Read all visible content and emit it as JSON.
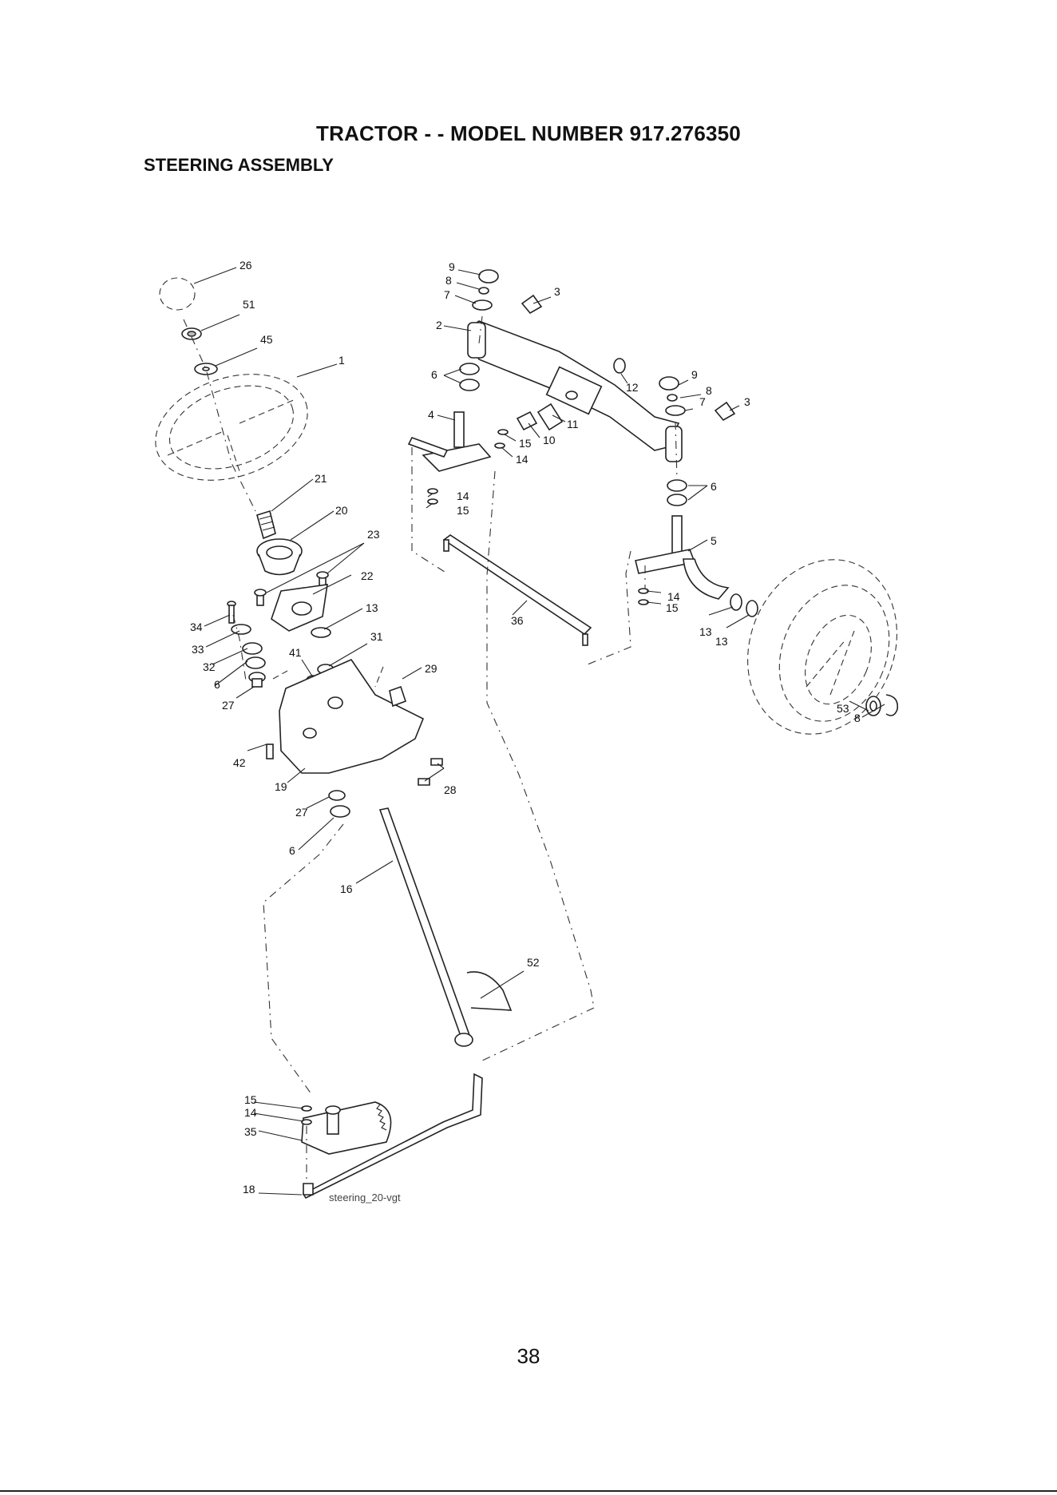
{
  "header": {
    "title": "TRACTOR - - MODEL NUMBER 917.276350",
    "subtitle": "STEERING ASSEMBLY"
  },
  "diagram": {
    "drawing_id": "steering_20-vgt",
    "callouts": {
      "c1": "1",
      "c2": "2",
      "c3a": "3",
      "c3b": "3",
      "c4": "4",
      "c5": "5",
      "c6a": "6",
      "c6b": "6",
      "c6c": "6",
      "c6d": "6",
      "c7a": "7",
      "c7b": "7",
      "c8a": "8",
      "c8b": "8",
      "c8c": "8",
      "c9a": "9",
      "c9b": "9",
      "c10": "10",
      "c11": "11",
      "c12": "12",
      "c13a": "13",
      "c13b": "13",
      "c13c": "13",
      "c14a": "14",
      "c14b": "14",
      "c14c": "14",
      "c14d": "14",
      "c15a": "15",
      "c15b": "15",
      "c15c": "15",
      "c15d": "15",
      "c16": "16",
      "c18": "18",
      "c19": "19",
      "c20": "20",
      "c21": "21",
      "c22": "22",
      "c23": "23",
      "c26": "26",
      "c27a": "27",
      "c27b": "27",
      "c28": "28",
      "c29": "29",
      "c31": "31",
      "c32": "32",
      "c33": "33",
      "c34": "34",
      "c35": "35",
      "c36": "36",
      "c41": "41",
      "c42": "42",
      "c45": "45",
      "c51": "51",
      "c52": "52",
      "c53": "53"
    }
  },
  "footer": {
    "page_number": "38"
  }
}
